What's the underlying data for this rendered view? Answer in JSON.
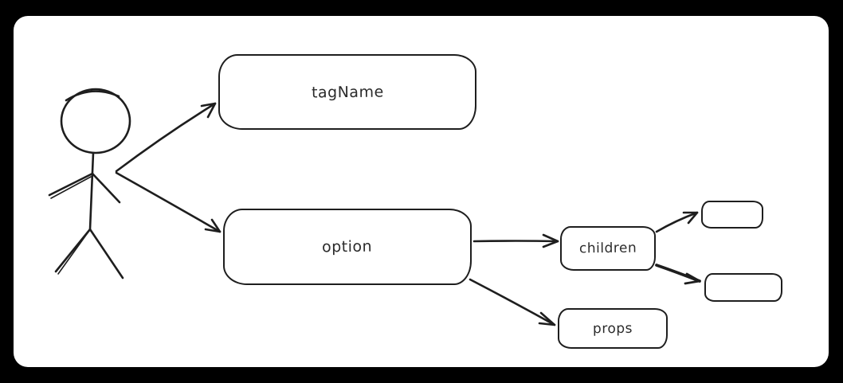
{
  "canvas": {
    "background_color": "#000000",
    "surface_color": "#ffffff",
    "stroke_color": "#1e1e1e",
    "text_color": "#2b2b2b",
    "style": "hand-drawn sketch"
  },
  "diagram": {
    "figure": {
      "id": "person",
      "type": "stick-figure"
    },
    "nodes": [
      {
        "id": "tagname",
        "label": "tagName"
      },
      {
        "id": "option",
        "label": "option"
      },
      {
        "id": "children",
        "label": "children"
      },
      {
        "id": "props",
        "label": "props"
      },
      {
        "id": "child-slot-1",
        "label": ""
      },
      {
        "id": "child-slot-2",
        "label": ""
      }
    ],
    "edges": [
      {
        "from": "person",
        "to": "tagName"
      },
      {
        "from": "person",
        "to": "option"
      },
      {
        "from": "option",
        "to": "children"
      },
      {
        "from": "option",
        "to": "props"
      },
      {
        "from": "children",
        "to": "child-slot-1"
      },
      {
        "from": "children",
        "to": "child-slot-2"
      }
    ]
  }
}
